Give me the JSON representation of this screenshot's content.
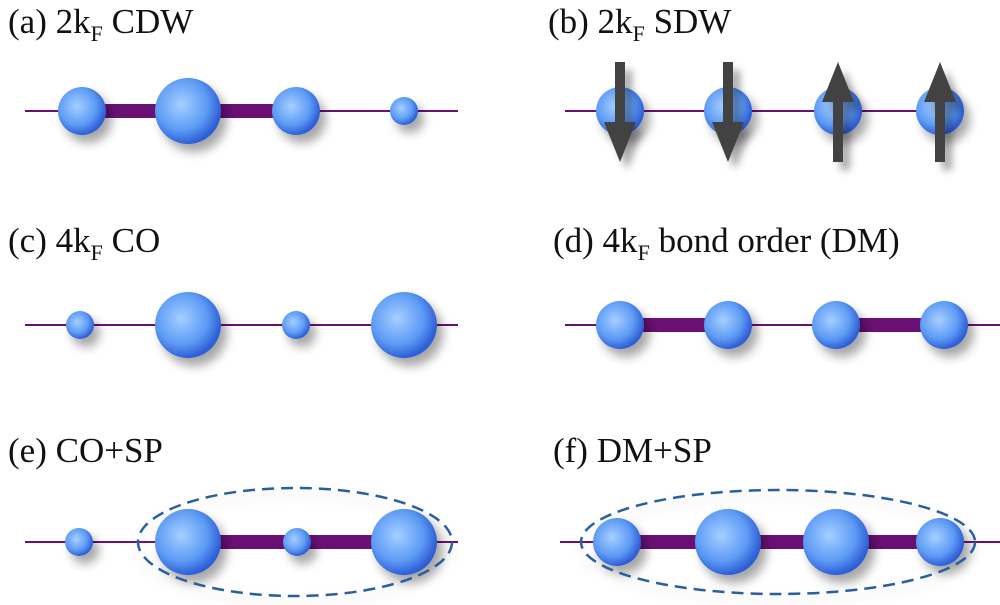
{
  "colors": {
    "chain": "#6a1075",
    "atom_light": "#a6cfff",
    "atom_mid": "#5d9bf5",
    "atom_dark": "#2f5fd6",
    "arrow": "#424242",
    "ellipse": "#2b5f9e",
    "text": "#111111"
  },
  "panels": [
    {
      "id": "a",
      "prefix": "(a) 2k",
      "sub": "F",
      "suffix": " CDW",
      "atom_sizes": [
        "medium",
        "large",
        "medium",
        "small"
      ],
      "thick_bonds": [
        0,
        1
      ],
      "spins": [],
      "grouped_atoms": []
    },
    {
      "id": "b",
      "prefix": "(b) 2k",
      "sub": "F",
      "suffix": " SDW",
      "atom_sizes": [
        "medium",
        "medium",
        "medium",
        "medium"
      ],
      "thick_bonds": [],
      "spins": [
        "down",
        "down",
        "up",
        "up"
      ],
      "grouped_atoms": []
    },
    {
      "id": "c",
      "prefix": "(c) 4k",
      "sub": "F",
      "suffix": " CO",
      "atom_sizes": [
        "small",
        "large",
        "small",
        "large"
      ],
      "thick_bonds": [],
      "spins": [],
      "grouped_atoms": []
    },
    {
      "id": "d",
      "prefix": "(d) 4k",
      "sub": "F",
      "suffix": " bond order (DM)",
      "atom_sizes": [
        "medium",
        "medium",
        "medium",
        "medium"
      ],
      "thick_bonds": [
        0,
        2
      ],
      "spins": [],
      "grouped_atoms": []
    },
    {
      "id": "e",
      "prefix": "(e) CO+SP",
      "sub": "",
      "suffix": "",
      "atom_sizes": [
        "small",
        "large",
        "small",
        "large"
      ],
      "thick_bonds": [
        1,
        2
      ],
      "spins": [],
      "grouped_atoms": [
        1,
        2,
        3
      ]
    },
    {
      "id": "f",
      "prefix": "(f) DM+SP",
      "sub": "",
      "suffix": "",
      "atom_sizes": [
        "medium",
        "large",
        "large",
        "medium"
      ],
      "thick_bonds": [
        0,
        1,
        2
      ],
      "spins": [],
      "grouped_atoms": [
        0,
        1,
        2,
        3
      ]
    }
  ]
}
